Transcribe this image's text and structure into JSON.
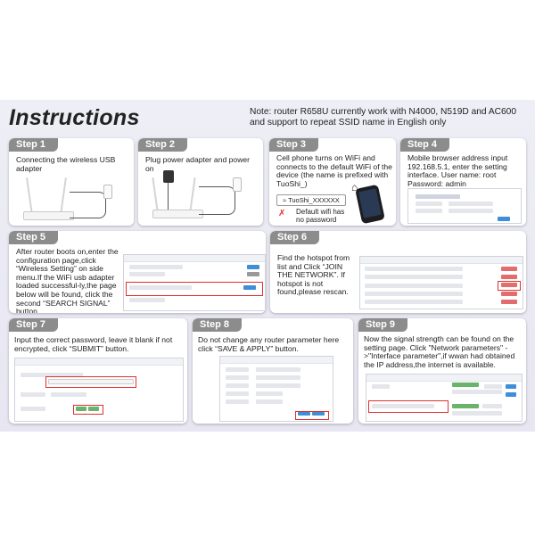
{
  "header": {
    "title": "Instructions",
    "note": "Note:  router R658U currently work with N4000, N519D and AC600 and support to repeat SSID name in English only"
  },
  "steps": [
    {
      "label": "Step 1",
      "text": "Connecting the wireless USB adapter"
    },
    {
      "label": "Step 2",
      "text": "Plug power adapter and power on"
    },
    {
      "label": "Step 3",
      "text": "Cell phone turns on WiFi and connects to the default WiFi of  the  device (the name is prefixed with  TuoShi_)",
      "wifi_name": "TuoShi_XXXXXX",
      "nopw_line1": "Default wifi has",
      "nopw_line2": "no password"
    },
    {
      "label": "Step 4",
      "text": "Mobile browser address input 192.168.5.1, enter the setting interface. User name: root Password: admin"
    },
    {
      "label": "Step 5",
      "text": " After router boots on,enter the configuration page,click “Wireless Setting” on side menu.If the  WiFi usb adapter loaded successful-ly,the page below will be found, click the second “SEARCH SIGNAL” button."
    },
    {
      "label": "Step 6",
      "text": "Find the hotspot from list and Click “JOIN THE NETWORK”. If hotspot is not found,please rescan."
    },
    {
      "label": "Step 7",
      "text": "Input the correct  password, leave it blank if not encrypted, click “SUBMIT” button."
    },
    {
      "label": "Step 8",
      "text": "Do not change any router parameter here click “SAVE & APPLY” button."
    },
    {
      "label": "Step 9",
      "text": "Now the  signal strength can be found on the setting page. Click \"Network parameters\" ->\"Interface parameter\",if wwan had obtained the IP address,the internet is available."
    }
  ],
  "colors": {
    "badge": "#8c8c8c",
    "background": "#e9e8f3",
    "highlight": "#e0312f",
    "button": "#3f8ed8"
  }
}
